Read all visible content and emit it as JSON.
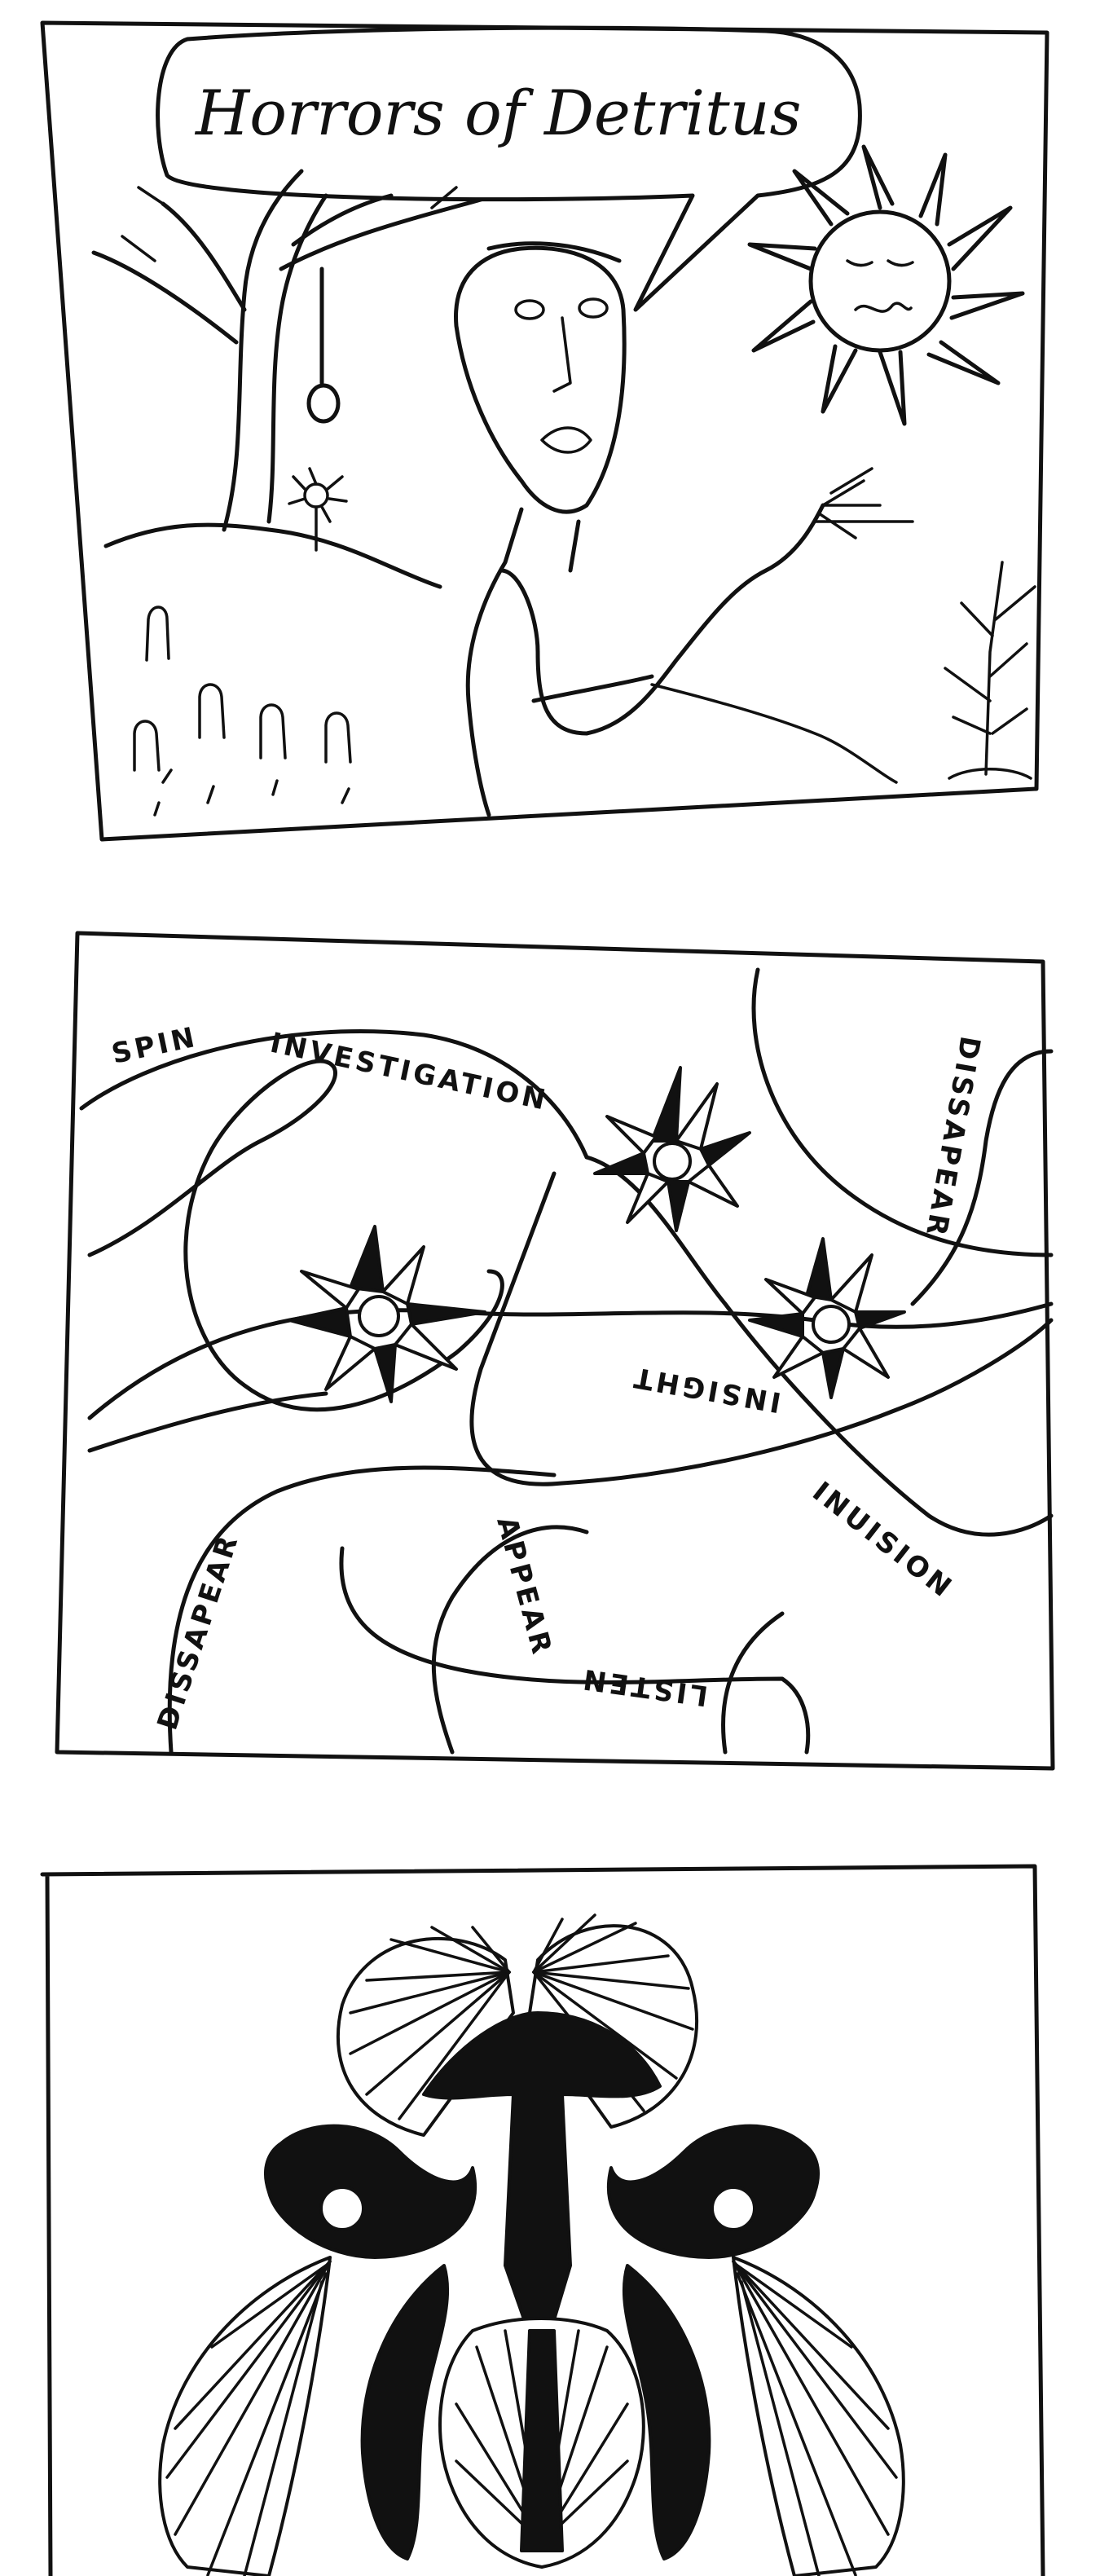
{
  "panel1": {
    "speech_title": "Horrors of Detritus"
  },
  "panel2": {
    "words": {
      "spin": "SPIN",
      "investigation": "INVESTIGATION",
      "dissapear_top": "DISSAPEAR",
      "insight": "INSIGHT",
      "inuision": "INUISION",
      "dissapear_left": "DISSAPEAR",
      "appear": "APPEAR",
      "listen": "LISTEN"
    }
  },
  "colors": {
    "ink": "#111111",
    "paper": "#ffffff"
  }
}
